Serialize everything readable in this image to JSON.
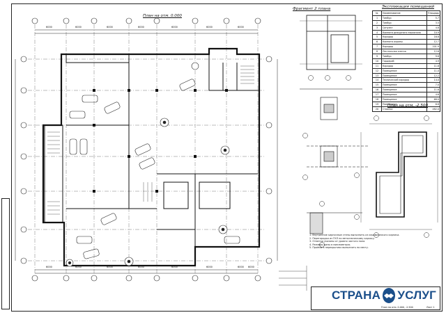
{
  "titles": {
    "plan_main": "План на отм. 0.000",
    "fragment": "Фрагмент 2 плана",
    "explication": "Экспликация помещений",
    "plan_minus": "План на отм. -2.500"
  },
  "explication": {
    "headers": [
      "№",
      "Наименование",
      "Площадь"
    ],
    "rows": [
      [
        "1",
        "Тамбур",
        "5.7"
      ],
      [
        "2",
        "Тамбур",
        "3.5"
      ],
      [
        "3",
        "Санузел",
        "4.8"
      ],
      [
        "4",
        "Комната дежурного персонала",
        "10.9"
      ],
      [
        "5",
        "Коридор",
        "16.8"
      ],
      [
        "6",
        "Комната охраны",
        "12.7"
      ],
      [
        "7",
        "Коридор",
        "101.9"
      ],
      [
        "8",
        "Лестничная клетка",
        "12.6"
      ],
      [
        "9",
        "Тамбур",
        "9.8"
      ],
      [
        "10",
        "Гардероб",
        "4.9"
      ],
      [
        "11",
        "Коридор",
        "11.6"
      ],
      [
        "12",
        "Помещение",
        "11.0"
      ],
      [
        "13",
        "Помещение",
        "12.2"
      ],
      [
        "14",
        "Технический коридор",
        "14.0"
      ],
      [
        "15",
        "Помещение",
        "7.0"
      ],
      [
        "16",
        "Помещение",
        "11.6"
      ],
      [
        "17",
        "Помещение",
        "4.6"
      ],
      [
        "18",
        "Помещение",
        "68.0"
      ],
      [
        "19",
        "Помещение",
        "6.8"
      ],
      [
        "20",
        "Стоянка",
        "482.0"
      ]
    ]
  },
  "stamp": {
    "line1": "План на отм. 0.000, -2.500",
    "sheet": "Лист 1"
  },
  "brand": {
    "left": "СТРАНА",
    "right": "УСЛУГ",
    "color": "#1b4f8a"
  },
  "dims": {
    "bottom": [
      "6000",
      "6000",
      "6000",
      "6000",
      "6000",
      "6000",
      "6000",
      "6000"
    ],
    "top": [
      "6000",
      "6000",
      "6000",
      "6000",
      "6000",
      "6000",
      "6000"
    ]
  },
  "notes": [
    "1. Внутренние кирпичные стены выполнить из керамического кирпича.",
    "2. Перегородки из ГКЛ по металлическому каркасу.",
    "3. Отметки указаны от уровня чистого пола.",
    "4. Размеры даны в миллиметрах.",
    "5. Проёмы в перекрытиях выполнить по месту."
  ]
}
